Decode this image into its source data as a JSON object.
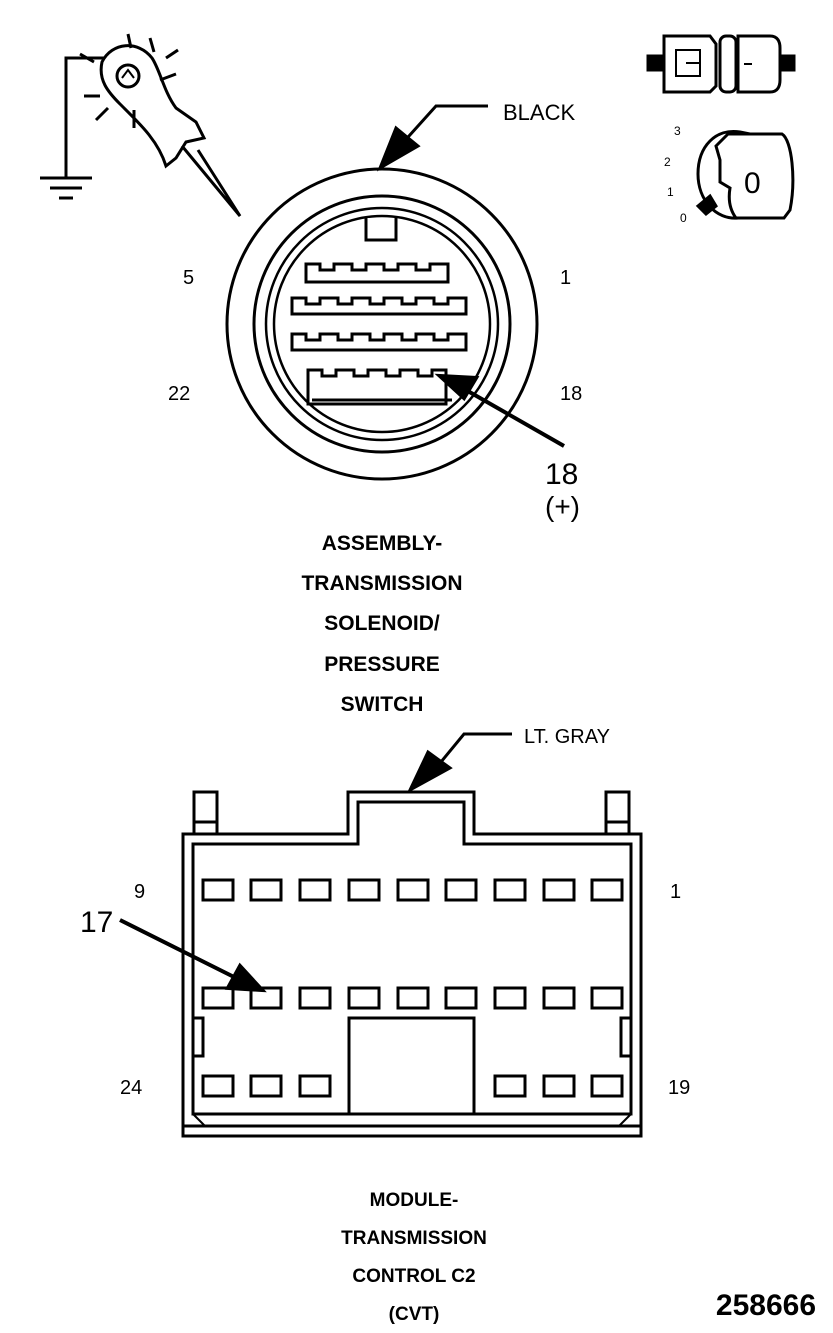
{
  "top_connector": {
    "color_label": "BLACK",
    "pins": {
      "top_left": "5",
      "top_right": "1",
      "bottom_left": "22",
      "bottom_right": "18"
    },
    "callout_pin": "18",
    "callout_polarity": "(+)",
    "title_lines": [
      "ASSEMBLY-",
      "TRANSMISSION",
      "SOLENOID/",
      "PRESSURE",
      "SWITCH"
    ]
  },
  "ignition_switch": {
    "positions": [
      "3",
      "2",
      "1",
      "0"
    ],
    "key_label": "0"
  },
  "bottom_connector": {
    "color_label": "LT. GRAY",
    "pins": {
      "top_left": "9",
      "top_right": "1",
      "bottom_left": "24",
      "bottom_right": "19"
    },
    "callout_pin": "17",
    "title_lines": [
      "MODULE-",
      "TRANSMISSION",
      "CONTROL C2",
      "(CVT)"
    ]
  },
  "figure_number": "258666",
  "colors": {
    "line": "#000000",
    "background": "#ffffff"
  }
}
